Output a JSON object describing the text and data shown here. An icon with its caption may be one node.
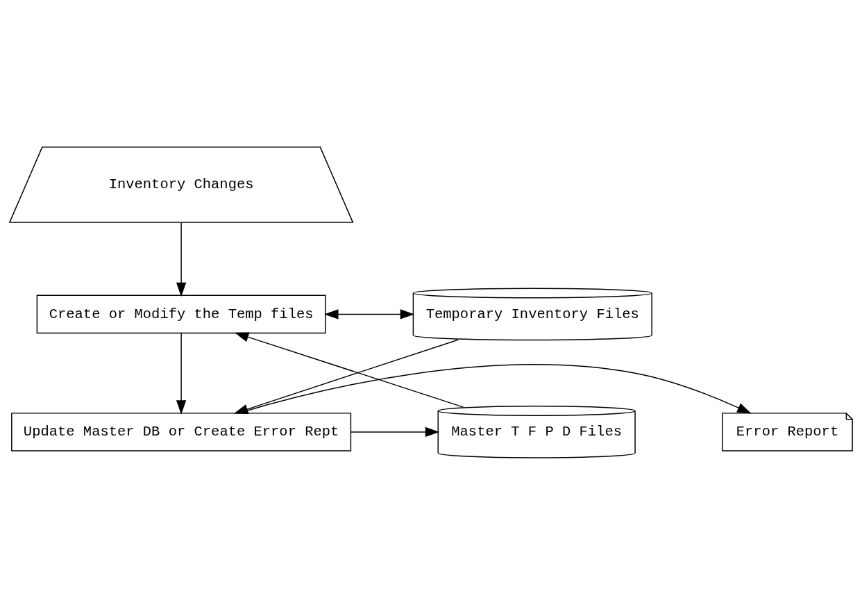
{
  "diagram": {
    "nodes": [
      {
        "text": [
          "Inventory Changes"
        ]
      },
      {
        "text": [
          "Create or Modify the Temp files"
        ]
      },
      {
        "text": [
          "Temporary Inventory Files"
        ]
      },
      {
        "text": [
          "Master T F P D Files"
        ]
      },
      {
        "text": [
          "Update Master DB or Create Error Rept"
        ]
      },
      {
        "text": [
          "Error Report"
        ]
      }
    ],
    "edges": [
      {
        "from": 0,
        "to": 1,
        "arrow": "to"
      },
      {
        "from": 1,
        "to": 2,
        "arrow": "both"
      },
      {
        "from": 3,
        "to": 1,
        "arrow": "to"
      },
      {
        "from": 1,
        "to": 4,
        "arrow": "to"
      },
      {
        "from": 2,
        "to": 4,
        "arrow": "to"
      },
      {
        "from": 4,
        "to": 3,
        "arrow": "to"
      },
      {
        "from": 4,
        "to": 5,
        "arrow": "to"
      }
    ]
  }
}
